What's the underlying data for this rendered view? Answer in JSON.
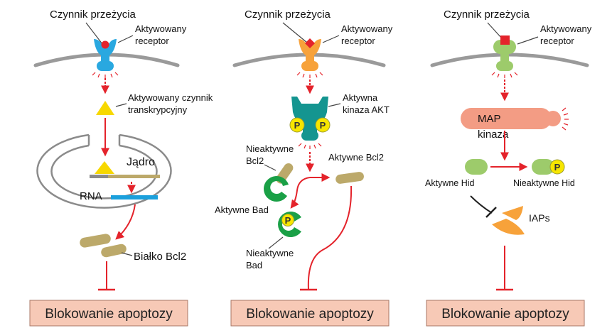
{
  "colors": {
    "membrane": "#9a9a9a",
    "arrow": "#e4232b",
    "outcome_fill": "#f7c9b6",
    "outcome_border": "#a87766",
    "receptor_blue": "#29a8e0",
    "receptor_orange": "#f7a23a",
    "receptor_green": "#9dcb6b",
    "triangle_yellow": "#f7d800",
    "bcl2_tan": "#bca96a",
    "rna_blue": "#1ba0dc",
    "akt_teal": "#149590",
    "bad_green": "#1aa046",
    "map_salmon": "#f39c84",
    "hid_green": "#9dcb6b",
    "iap_orange": "#f7a23a",
    "phospho_yellow": "#f7e600"
  },
  "panel1": {
    "survival_factor": "Czynnik przeżycia",
    "receptor_l1": "Aktywowany",
    "receptor_l2": "receptor",
    "tf_l1": "Aktywowany czynnik",
    "tf_l2": "transkrypcyjny",
    "nucleus": "Jądro",
    "rna": "RNA",
    "protein": "Białko Bcl2",
    "outcome": "Blokowanie apoptozy"
  },
  "panel2": {
    "survival_factor": "Czynnik przeżycia",
    "receptor_l1": "Aktywowany",
    "receptor_l2": "receptor",
    "akt_l1": "Aktywna",
    "akt_l2": "kinaza AKT",
    "phospho": "P",
    "inactive_bcl2_l1": "Nieaktywne",
    "inactive_bcl2_l2": "Bcl2",
    "active_bcl2": "Aktywne Bcl2",
    "active_bad": "Aktywne Bad",
    "inactive_bad_l1": "Nieaktywne",
    "inactive_bad_l2": "Bad",
    "outcome": "Blokowanie apoptozy"
  },
  "panel3": {
    "survival_factor": "Czynnik przeżycia",
    "receptor_l1": "Aktywowany",
    "receptor_l2": "receptor",
    "map_l1": "MAP",
    "map_l2": "kinaza",
    "phospho": "P",
    "active_hid": "Aktywne Hid",
    "inactive_hid": "Nieaktywne Hid",
    "iaps": "IAPs",
    "outcome": "Blokowanie apoptozy"
  }
}
